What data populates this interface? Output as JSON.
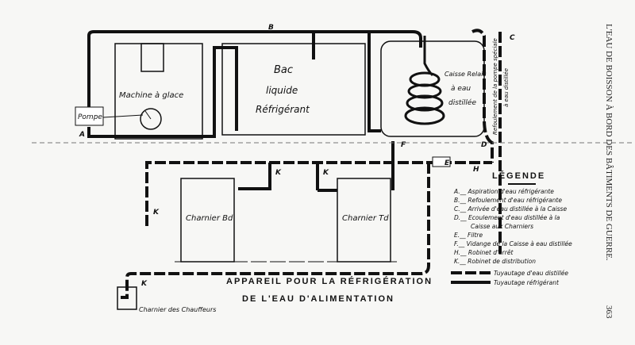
{
  "page_header": {
    "title": "L'EAU DE BOISSON À BORD DES BÂTIMENTS DE GUERRE.",
    "page_number": "363"
  },
  "diagram": {
    "title_line1": "APPAREIL POUR LA RÉFRIGÉRATION",
    "title_line2": "DE L'EAU D'ALIMENTATION",
    "components": {
      "machine": "Machine à glace",
      "pompe": "Pompe",
      "bac_1": "Bac",
      "bac_2": "liquide",
      "bac_3": "Réfrigérant",
      "caisse_1": "Caisse Relais",
      "caisse_2": "à eau",
      "caisse_3": "distillée",
      "refoulement_1": "Refoulement de la pompe spéciale",
      "refoulement_2": "à eau distillée",
      "charnier_b": "Charnier Bd",
      "charnier_t": "Charnier Td",
      "chauffeurs": "Charnier des Chauffeurs"
    },
    "labels": {
      "a": "A",
      "b": "B",
      "c": "C",
      "d": "D",
      "e": "E",
      "f": "F",
      "h": "H",
      "k": "K"
    },
    "legend": {
      "title": "LÉGENDE",
      "items": [
        "A.__ Aspiration d'eau réfrigérante",
        "B.__ Refoulement d'eau réfrigérante",
        "C.__ Arrivée d'eau distillée à la Caisse",
        "D.__ Ecoulement d'eau distillée à la",
        "Caisse aux Charniers",
        "E.__ Filtre",
        "F.__ Vidange de la Caisse à eau distillée",
        "H.__ Robinet d'arrêt",
        "K.__ Robinet de distribution"
      ],
      "line_distilled": "Tuyautage d'eau distillée",
      "line_refrigerant": "Tuyautage réfrigérant"
    }
  }
}
